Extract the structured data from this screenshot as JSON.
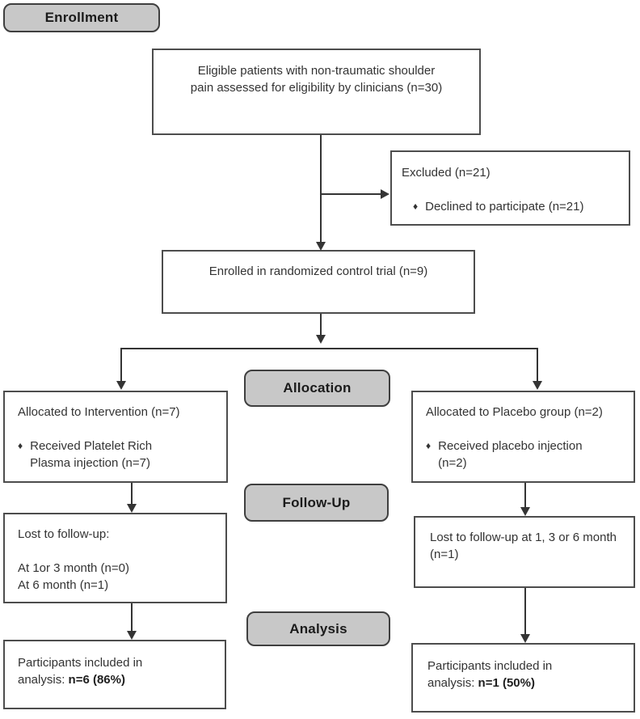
{
  "diagram": {
    "bullet": "♦",
    "stages": {
      "enrollment": "Enrollment",
      "allocation": "Allocation",
      "followup": "Follow-Up",
      "analysis": "Analysis"
    },
    "boxes": {
      "eligibility": {
        "line1": "Eligible patients with non-traumatic shoulder",
        "line2": "pain assessed for eligibility by clinicians (n=30)"
      },
      "excluded": {
        "title": "Excluded (n=21)",
        "bullet_text": "Declined to participate (n=21)"
      },
      "enrolled": {
        "text": "Enrolled in randomized control trial (n=9)"
      },
      "allocation_intervention": {
        "title": "Allocated to Intervention (n=7)",
        "bullet_text": "Received Platelet Rich Plasma injection (n=7)"
      },
      "allocation_placebo": {
        "title": "Allocated to Placebo group (n=2)",
        "bullet_text": "Received placebo injection (n=2)"
      },
      "followup_intervention": {
        "line1": "Lost to follow-up:",
        "line2": "At 1or 3 month (n=0)",
        "line3": "At 6 month (n=1)"
      },
      "followup_placebo": {
        "text": "Lost to follow-up at 1, 3 or 6 month (n=1)"
      },
      "analysis_intervention": {
        "label": "Participants included in analysis:",
        "value": "n=6 (86%)"
      },
      "analysis_placebo": {
        "label": "Participants included in analysis:",
        "value": "n=1 (50%)"
      }
    },
    "colors": {
      "background": "#ffffff",
      "stage_label_fill": "#c8c8c8",
      "box_border": "#4d4d4d",
      "connector": "#343434",
      "text": "#333333"
    }
  }
}
